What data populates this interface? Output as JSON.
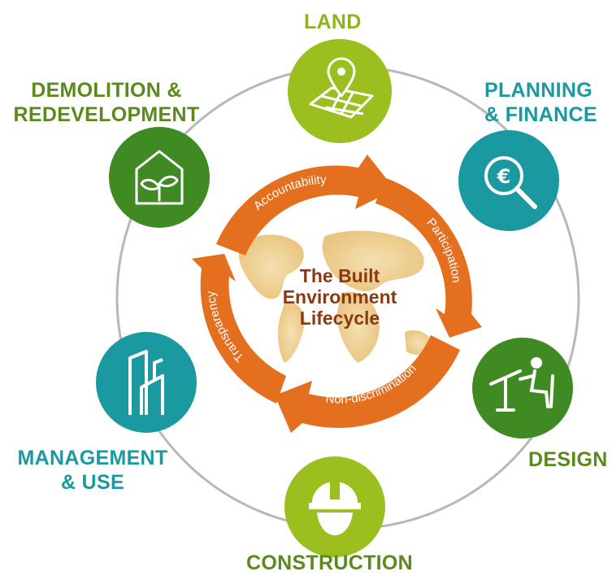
{
  "center": {
    "title_line1": "The Built",
    "title_line2": "Environment",
    "title_line3": "Lifecycle"
  },
  "arrows": {
    "top": "Accountability",
    "right": "Participation",
    "bottom": "Non-discrimination",
    "left": "Transparency"
  },
  "stages": {
    "land": {
      "label": "LAND",
      "icon": "map-pin-grid-icon",
      "color": "#9bbf1e"
    },
    "planning": {
      "label_line1": "PLANNING",
      "label_line2": "& FINANCE",
      "icon": "euro-magnifier-icon",
      "color": "#1a9aa0"
    },
    "design": {
      "label": "DESIGN",
      "icon": "person-at-drafting-desk-icon",
      "color": "#3f8a22"
    },
    "construction": {
      "label": "CONSTRUCTION",
      "icon": "hard-hat-worker-icon",
      "color": "#9bbf1e"
    },
    "management": {
      "label_line1": "MANAGEMENT",
      "label_line2": "& USE",
      "icon": "buildings-icon",
      "color": "#1a9aa0"
    },
    "demolition": {
      "label_line1": "DEMOLITION &",
      "label_line2": "REDEVELOPMENT",
      "icon": "house-with-plant-icon",
      "color": "#3f8a22"
    }
  },
  "colors": {
    "arrow": "#e46f1f",
    "ring": "#b8b8b8",
    "map": "#f0d9a2",
    "center_text": "#8a3a12"
  }
}
